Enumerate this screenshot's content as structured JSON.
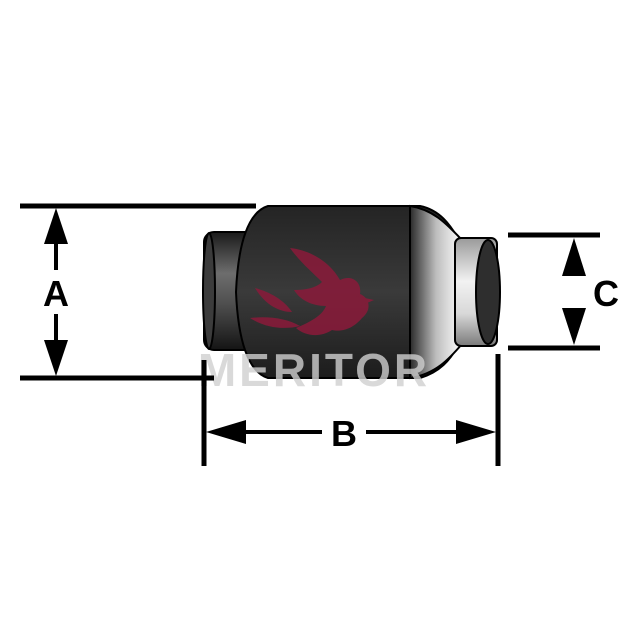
{
  "diagram": {
    "labels": {
      "a": "A",
      "b": "B",
      "c": "C"
    },
    "watermark": {
      "text": "MERITOR",
      "logo": "meritor-bull-logo"
    },
    "colors": {
      "line": "#000000",
      "watermark_red": "#8b1a3a",
      "watermark_gray": "#cfcfcf",
      "rubber": "#2a2a2a"
    }
  }
}
